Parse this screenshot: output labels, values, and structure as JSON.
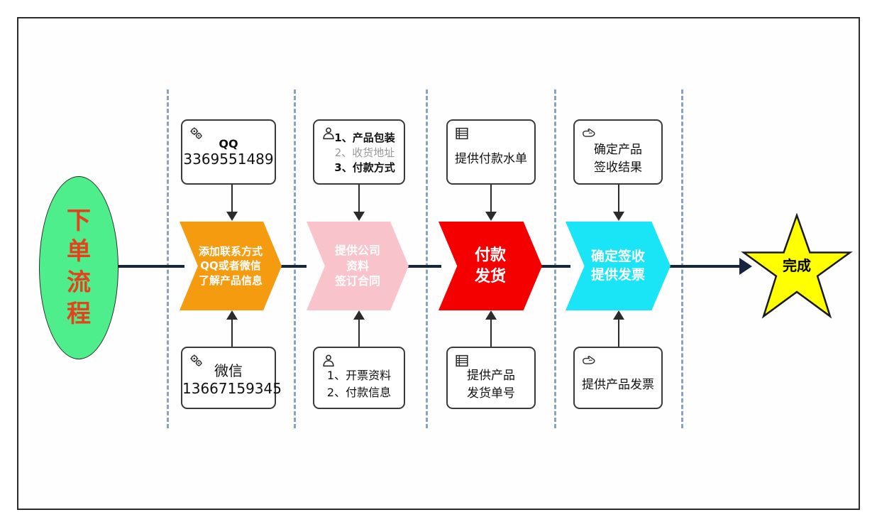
{
  "diagram": {
    "title": "下单流程",
    "start": {
      "label": "下单流程",
      "chars": [
        "下",
        "单",
        "流",
        "程"
      ],
      "fill": "#4dee8b",
      "text_color": "#e8401a"
    },
    "finish": {
      "label": "完成",
      "fill": "#ffff00",
      "text_color": "#000000",
      "shape": "star"
    },
    "stages": [
      {
        "id": "stage-1",
        "fill": "#f59b0f",
        "lines": [
          "添加联系方式",
          "QQ或者微信",
          "了解产品信息"
        ],
        "font_size": 15,
        "top_note": {
          "icon": "gears-icon",
          "lines": [
            {
              "text": "QQ",
              "bold": true,
              "gray": false,
              "size": 16
            },
            {
              "text": "3369551489",
              "bold": false,
              "gray": false,
              "size": 20
            }
          ]
        },
        "bottom_note": {
          "icon": "gears-icon",
          "lines": [
            {
              "text": "微信",
              "bold": false,
              "gray": false,
              "size": 20
            },
            {
              "text": "13667159345",
              "bold": false,
              "gray": false,
              "size": 20
            }
          ]
        }
      },
      {
        "id": "stage-2",
        "fill": "#f9c3cc",
        "lines": [
          "提供公司",
          "资料",
          "签订合同"
        ],
        "font_size": 16,
        "top_note": {
          "icon": "person-icon",
          "lines": [
            {
              "text": "1、产品包装",
              "bold": true,
              "gray": false,
              "size": 15
            },
            {
              "text": "2、收货地址",
              "bold": false,
              "gray": true,
              "size": 15
            },
            {
              "text": "3、付款方式",
              "bold": true,
              "gray": false,
              "size": 15
            }
          ]
        },
        "bottom_note": {
          "icon": "person-icon",
          "lines": [
            {
              "text": "1、开票资料",
              "bold": false,
              "gray": false,
              "size": 16
            },
            {
              "text": "2、付款信息",
              "bold": false,
              "gray": false,
              "size": 16
            }
          ]
        }
      },
      {
        "id": "stage-3",
        "fill": "#f40000",
        "lines": [
          "付款",
          "发货"
        ],
        "font_size": 22,
        "top_note": {
          "icon": "list-document-icon",
          "lines": [
            {
              "text": "提供付款水单",
              "bold": false,
              "gray": false,
              "size": 17
            }
          ]
        },
        "bottom_note": {
          "icon": "list-document-icon",
          "lines": [
            {
              "text": "提供产品",
              "bold": false,
              "gray": false,
              "size": 17
            },
            {
              "text": "发货单号",
              "bold": false,
              "gray": false,
              "size": 17
            }
          ]
        }
      },
      {
        "id": "stage-4",
        "fill": "#1ae5f7",
        "lines": [
          "确定签收",
          "提供发票"
        ],
        "font_size": 19,
        "top_note": {
          "icon": "pointing-hand-icon",
          "lines": [
            {
              "text": "确定产品",
              "bold": false,
              "gray": false,
              "size": 17
            },
            {
              "text": "签收结果",
              "bold": false,
              "gray": false,
              "size": 17
            }
          ]
        },
        "bottom_note": {
          "icon": "pointing-hand-icon",
          "lines": [
            {
              "text": "提供产品发票",
              "bold": false,
              "gray": false,
              "size": 17
            }
          ]
        }
      }
    ],
    "colors": {
      "flow_line": "#16243d",
      "separator": "#8ba4bd",
      "note_border": "#3a3a3a",
      "frame": "#2b2b2b"
    }
  }
}
